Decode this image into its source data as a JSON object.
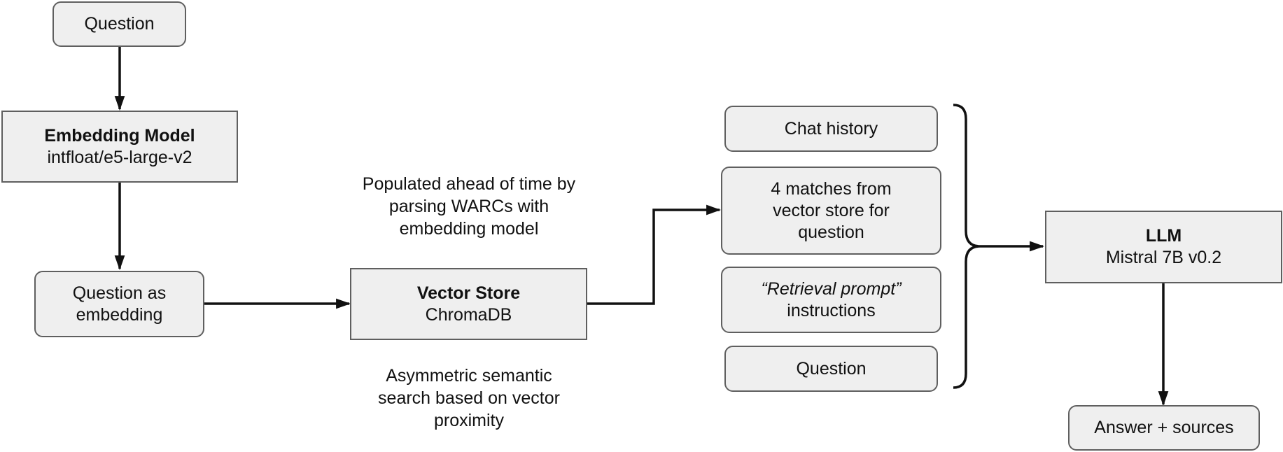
{
  "nodes": {
    "question_input": {
      "label": "Question"
    },
    "embedding_model": {
      "title": "Embedding Model",
      "subtitle": "intfloat/e5-large-v2"
    },
    "question_embedding": {
      "line1": "Question as",
      "line2": "embedding"
    },
    "vector_store": {
      "title": "Vector Store",
      "subtitle": "ChromaDB"
    },
    "chat_history": {
      "label": "Chat history"
    },
    "matches": {
      "line1": "4 matches from",
      "line2": "vector store for",
      "line3": "question"
    },
    "retrieval_prompt": {
      "line1": "“Retrieval prompt”",
      "line2": "instructions"
    },
    "question_context": {
      "label": "Question"
    },
    "llm": {
      "title": "LLM",
      "subtitle": "Mistral 7B v0.2"
    },
    "answer": {
      "label": "Answer + sources"
    }
  },
  "notes": {
    "populated": {
      "line1": "Populated ahead of time by",
      "line2": "parsing WARCs with",
      "line3": "embedding model"
    },
    "search": {
      "line1": "Asymmetric semantic",
      "line2": "search based on vector",
      "line3": "proximity"
    }
  }
}
